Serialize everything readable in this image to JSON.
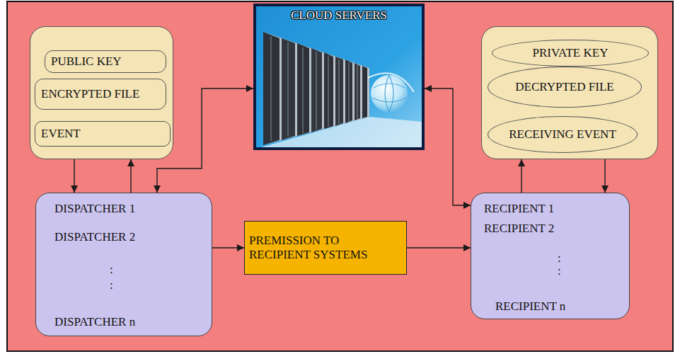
{
  "diagram": {
    "nodes": [
      {
        "text": []
      },
      {
        "text": [
          "PUBLIC KEY"
        ],
        "in": 0
      },
      {
        "text": [
          "ENCRYPTED FILE"
        ],
        "in": 0
      },
      {
        "text": [
          "EVENT"
        ],
        "in": 0
      },
      {
        "text": [
          "CLOUD SERVERS"
        ]
      },
      {
        "text": []
      },
      {
        "text": [
          "PRIVATE KEY"
        ],
        "in": 5
      },
      {
        "text": [
          "DECRYPTED FILE"
        ],
        "in": 5
      },
      {
        "text": [
          "RECEIVING EVENT"
        ],
        "in": 5
      },
      {
        "text": [
          "DISPATCHER 1",
          "DISPATCHER 2",
          ":",
          ":",
          "DISPATCHER n"
        ]
      },
      {
        "text": [
          "PREMISSION TO RECIPIENT SYSTEMS"
        ]
      },
      {
        "text": [
          "RECIPIENT 1",
          "RECIPIENT 2",
          ":",
          ":",
          "RECIPIENT n"
        ]
      }
    ],
    "edges": [
      {
        "from": 0,
        "to": 9,
        "arrow": "to"
      },
      {
        "from": 9,
        "to": 0,
        "arrow": "to"
      },
      {
        "from": 9,
        "to": 4,
        "arrow": "both"
      },
      {
        "from": 9,
        "to": 10,
        "arrow": "to"
      },
      {
        "from": 10,
        "to": 11,
        "arrow": "to"
      },
      {
        "from": 11,
        "to": 4,
        "arrow": "both"
      },
      {
        "from": 11,
        "to": 5,
        "arrow": "to"
      },
      {
        "from": 5,
        "to": 11,
        "arrow": "to"
      }
    ]
  }
}
